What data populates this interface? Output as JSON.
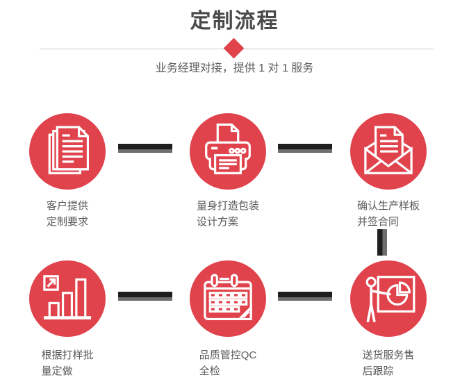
{
  "header": {
    "title": "定制流程",
    "subtitle": "业务经理对接，提供 1 对 1 服务"
  },
  "steps": [
    {
      "label_line1": "客户提供",
      "label_line2": "定制要求",
      "icon": "documents-icon"
    },
    {
      "label_line1": "量身打造包装",
      "label_line2": "设计方案",
      "icon": "printer-icon"
    },
    {
      "label_line1": "确认生产样板",
      "label_line2": "并签合同",
      "icon": "envelope-icon"
    },
    {
      "label_line1": "根据打样批",
      "label_line2": "量定做",
      "icon": "bar-chart-icon"
    },
    {
      "label_line1": "品质管控QC",
      "label_line2": "全检",
      "icon": "calendar-icon"
    },
    {
      "label_line1": "送货服务售",
      "label_line2": "后跟踪",
      "icon": "presentation-icon"
    }
  ],
  "colors": {
    "accent": "#e0434c",
    "title_color": "#4a4a4a",
    "text_color": "#595959",
    "divider_color": "#cccccc",
    "connector_dark": "#1e1e1e",
    "connector_light": "#6e6e6e",
    "icon_stroke": "#ffffff"
  }
}
